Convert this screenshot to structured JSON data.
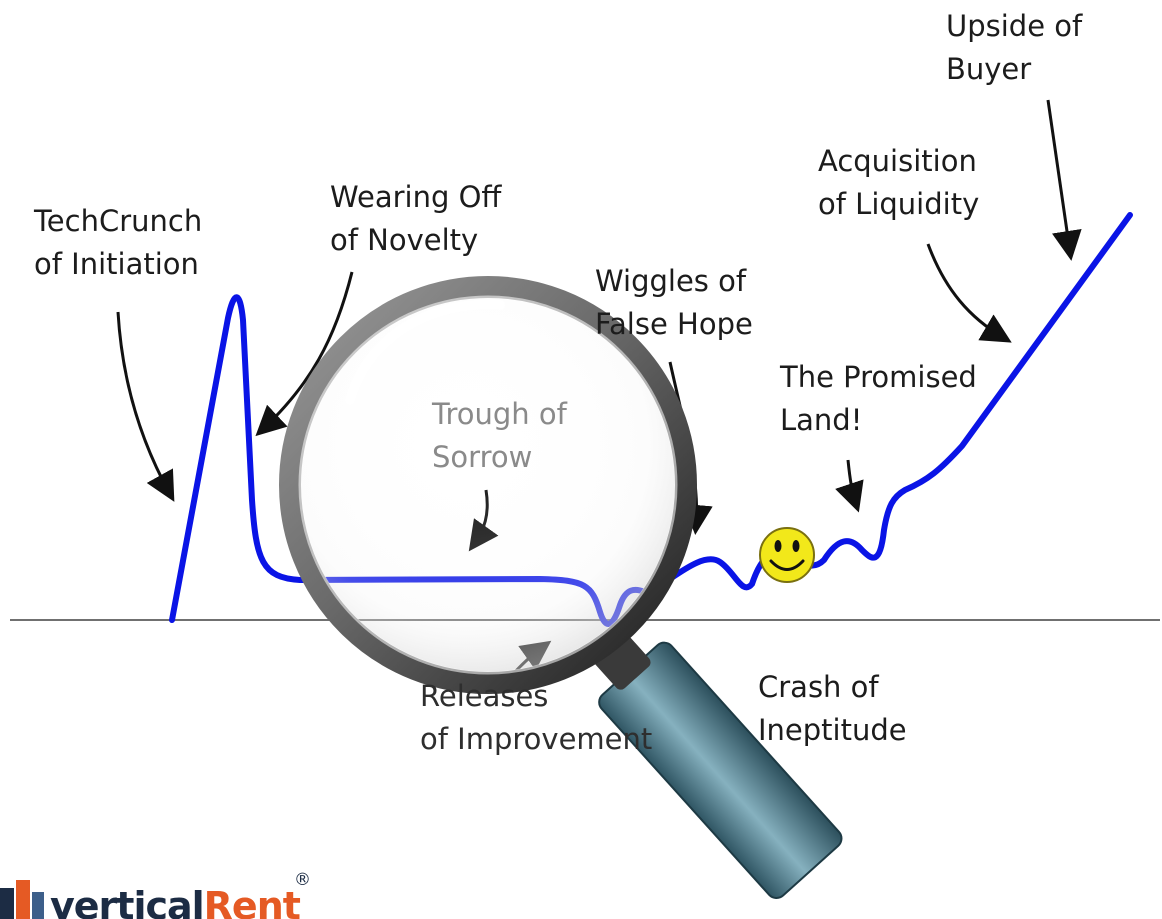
{
  "labels": {
    "techcrunch": [
      "TechCrunch",
      "of Initiation"
    ],
    "novelty": [
      "Wearing Off",
      "of Novelty"
    ],
    "trough": [
      "Trough of",
      "Sorrow"
    ],
    "wiggles": [
      "Wiggles of",
      "False Hope"
    ],
    "promised": [
      "The Promised",
      "Land!"
    ],
    "acquisition": [
      "Acquisition",
      "of Liquidity"
    ],
    "upside": [
      "Upside of",
      "Buyer"
    ],
    "releases": [
      "Releases",
      "of Improvement"
    ],
    "crash": [
      "Crash of",
      "Ineptitude"
    ]
  },
  "logo": {
    "name_part1": "vertical",
    "name_part2": "Rent",
    "registered": "®"
  },
  "colors": {
    "curve": "#0a14e6",
    "baseline": "#707070",
    "arrow": "#111111",
    "smiley": "#f2e81a",
    "magnifier_handle": "#5f8d9c",
    "logo_dark": "#1c2c44",
    "logo_accent": "#e55a24"
  },
  "icons": [
    "smiley-icon",
    "magnifying-glass-icon",
    "logo-icon"
  ]
}
